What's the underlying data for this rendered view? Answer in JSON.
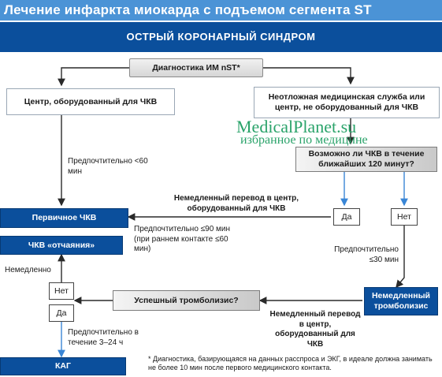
{
  "title": "Лечение инфаркта миокарда с подъемом сегмента ST",
  "header": "ОСТРЫЙ КОРОНАРНЫЙ СИНДРОМ",
  "nodes": {
    "diagnosis": "Диагностика ИМ nST*",
    "pci_center": "Центр, оборудованный для ЧКВ",
    "emergency_service": "Неотложная медицинская служба или центр, не оборудованный для ЧКВ",
    "question_120": "Возможно ли ЧКВ в течение ближайших 120 минут?",
    "yes1": "Да",
    "no1": "Нет",
    "primary_pci": "Первичное ЧКВ",
    "rescue_pci": "ЧКВ «отчаяния»",
    "immediate_thrombolysis": "Немедленный тромболизис",
    "successful_thrombolysis": "Успешный тромболизис?",
    "no2": "Нет",
    "yes2": "Да",
    "kag": "КАГ"
  },
  "labels": {
    "pref_60": "Предпочтительно <60 мин",
    "immediate_transfer": "Немедленный перевод в центр, оборудованный для ЧКВ",
    "pref_90": "Предпочтительно ≤90 мин (при раннем контакте ≤60 мин)",
    "pref_30": "Предпочтительно ≤30 мин",
    "immediately": "Немедленно",
    "immediate_transfer2": "Немедленный перевод в центр, оборудованный для ЧКВ",
    "pref_3_24": "Предпочтительно в течение 3–24 ч"
  },
  "footnote": "* Диагностика, базирующаяся на данных расспроса и ЭКГ, в идеале должна занимать не более 10 мин после первого медицинского контакта.",
  "watermark": {
    "site": "MedicalPlanet.su",
    "tagline": "избранное по медицине"
  },
  "colors": {
    "title_bar": "#4b93d6",
    "dark_blue": "#0b4f9c",
    "watermark": "#2aa36a"
  }
}
